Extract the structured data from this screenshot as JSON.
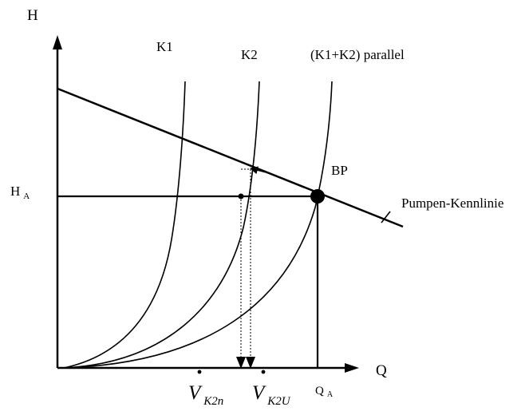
{
  "diagram": {
    "axes": {
      "y_label": "H",
      "x_label": "Q"
    },
    "curves": {
      "k1_label": "K1",
      "k2_label": "K2",
      "parallel_label": "(K1+K2) parallel"
    },
    "pump_line_label": "Pumpen-Kennlinie",
    "operating_point_label": "BP",
    "ha_main": "H",
    "ha_sub": "A",
    "qa_main": "Q",
    "qa_sub": "A",
    "v_k2n_main": "V",
    "v_k2n_sub": "K2n",
    "v_k2u_main": "V",
    "v_k2u_sub": "K2U"
  }
}
